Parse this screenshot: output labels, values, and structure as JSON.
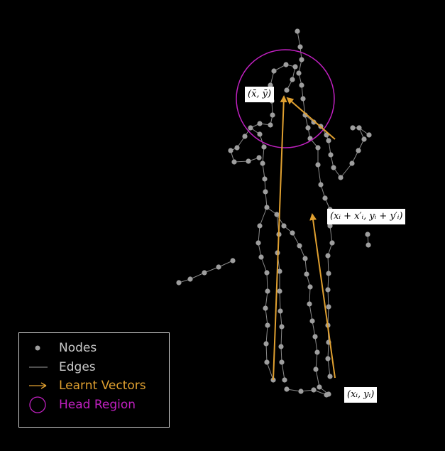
{
  "labels": {
    "head_center": "(x̄, ȳ)",
    "displaced_point": "(xᵢ + x′ᵢ, yᵢ + y′ᵢ)",
    "node_point": "(xᵢ, yᵢ)"
  },
  "legend": {
    "nodes": "Nodes",
    "edges": "Edges",
    "vectors": "Learnt Vectors",
    "head": "Head Region"
  },
  "colors": {
    "background": "#000000",
    "nodes": "#9e9e9e",
    "edges": "#8a8a8a",
    "vectors": "#e0a030",
    "head": "#c020c0",
    "legend_text": "#c8c8c8"
  }
}
